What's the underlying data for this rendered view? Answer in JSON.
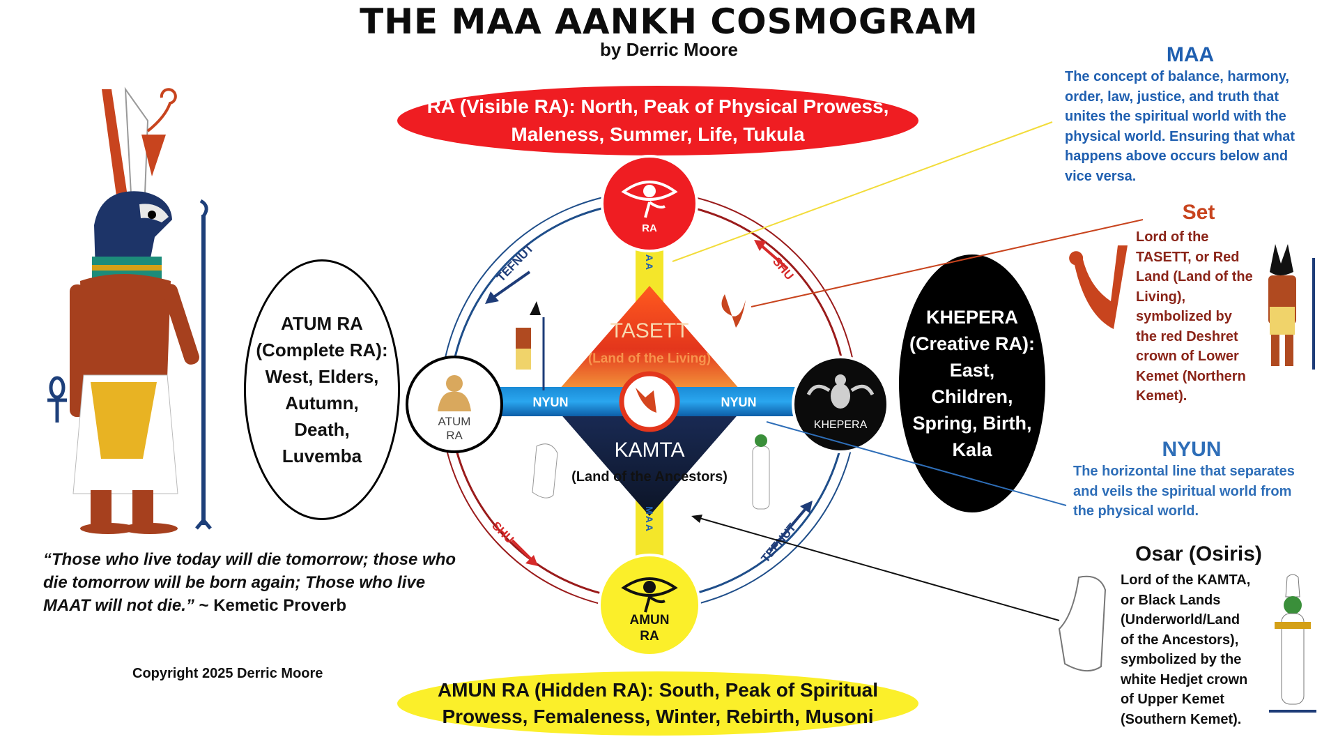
{
  "title": "THE MAA AANKH COSMOGRAM",
  "byline": "by Derric Moore",
  "ra_oval": {
    "line1": "RA (Visible RA): North, Peak of Physical Prowess,",
    "line2": "Maleness, Summer, Life, Tukula"
  },
  "amun_oval": {
    "line1": "AMUN RA (Hidden RA): South, Peak of Spiritual",
    "line2": "Prowess, Femaleness, Winter, Rebirth, Musoni"
  },
  "atum_oval": {
    "lines": [
      "ATUM RA",
      "(Complete RA):",
      "West, Elders,",
      "Autumn,",
      "Death,",
      "Luvemba"
    ]
  },
  "khepera_oval": {
    "lines": [
      "KHEPERA",
      "(Creative RA):",
      "East,",
      "Children,",
      "Spring, Birth,",
      "Kala"
    ]
  },
  "cosmogram": {
    "ra_label": "RA",
    "amun_label": "AMUN",
    "amun_label2": "RA",
    "atum_label": "ATUM",
    "atum_label2": "RA",
    "khepera_label": "KHEPERA",
    "maa_top": "MAA",
    "maa_bottom": "MAA",
    "nyun_left": "NYUN",
    "nyun_right": "NYUN",
    "tasett": "TASETT",
    "tasett_sub": "(Land of the Living)",
    "kamta": "KAMTA",
    "kamta_sub": "(Land of the Ancestors)",
    "tefnut_top": "TEFNUT",
    "shu_top": "SHU",
    "shu_bottom": "SHU",
    "tefnut_bottom": "TEFNUT"
  },
  "maa_note": {
    "heading": "MAA",
    "lines": [
      "The concept of balance, harmony,",
      "order, law, justice, and truth that",
      "unites the spiritual world with the",
      "physical world. Ensuring that what",
      "happens above occurs below and",
      "vice versa."
    ]
  },
  "set_note": {
    "heading": "Set",
    "lines": [
      "Lord of the",
      "TASETT, or Red",
      "Land (Land of the",
      "Living),",
      "symbolized by",
      "the red Deshret",
      "crown of Lower",
      "Kemet (Northern",
      "Kemet)."
    ]
  },
  "nyun_note": {
    "heading": "NYUN",
    "lines": [
      "The horizontal line that separates",
      "and veils the spiritual world from",
      "the physical world."
    ]
  },
  "osar_note": {
    "heading": "Osar (Osiris)",
    "lines": [
      "Lord of the KAMTA,",
      "or Black Lands",
      "(Underworld/Land",
      "of the Ancestors),",
      "symbolized by the",
      "white Hedjet crown",
      "of Upper Kemet",
      "(Southern Kemet)."
    ]
  },
  "quote": {
    "line1": "“Those who live today will die tomorrow; those who",
    "line2": "die tomorrow will be born again; Those who live",
    "line3": "MAAT will not die.”",
    "source": " ~ Kemetic Proverb"
  },
  "copyright": "Copyright 2025 Derric Moore",
  "colors": {
    "red": "#ef1d22",
    "yellow": "#fbef2a",
    "blue": "#1f5fb0",
    "darkred": "#9a1b1b",
    "navy": "#1e3c78"
  }
}
